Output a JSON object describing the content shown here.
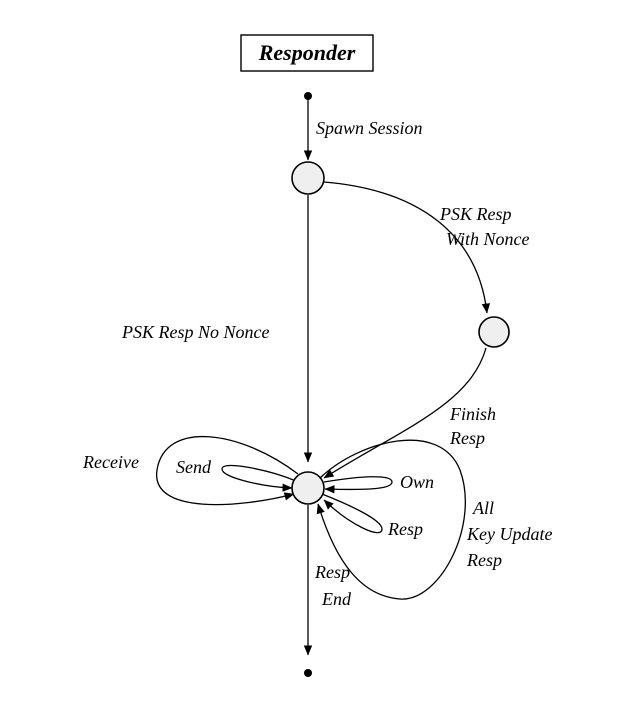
{
  "title": "Responder",
  "labels": {
    "spawn_session": "Spawn Session",
    "psk_resp_with_nonce_1": "PSK Resp",
    "psk_resp_with_nonce_2": "With Nonce",
    "psk_resp_no_nonce": "PSK Resp No Nonce",
    "finish_resp_1": "Finish",
    "finish_resp_2": "Resp",
    "receive": "Receive",
    "send": "Send",
    "own": "Own",
    "resp": "Resp",
    "all_key_update_resp_1": "All",
    "all_key_update_resp_2": "Key Update",
    "all_key_update_resp_3": "Resp",
    "resp_end_1": "Resp",
    "resp_end_2": "End"
  },
  "colors": {
    "node_fill": "#efefef",
    "stroke": "#000000",
    "background": "#ffffff"
  }
}
